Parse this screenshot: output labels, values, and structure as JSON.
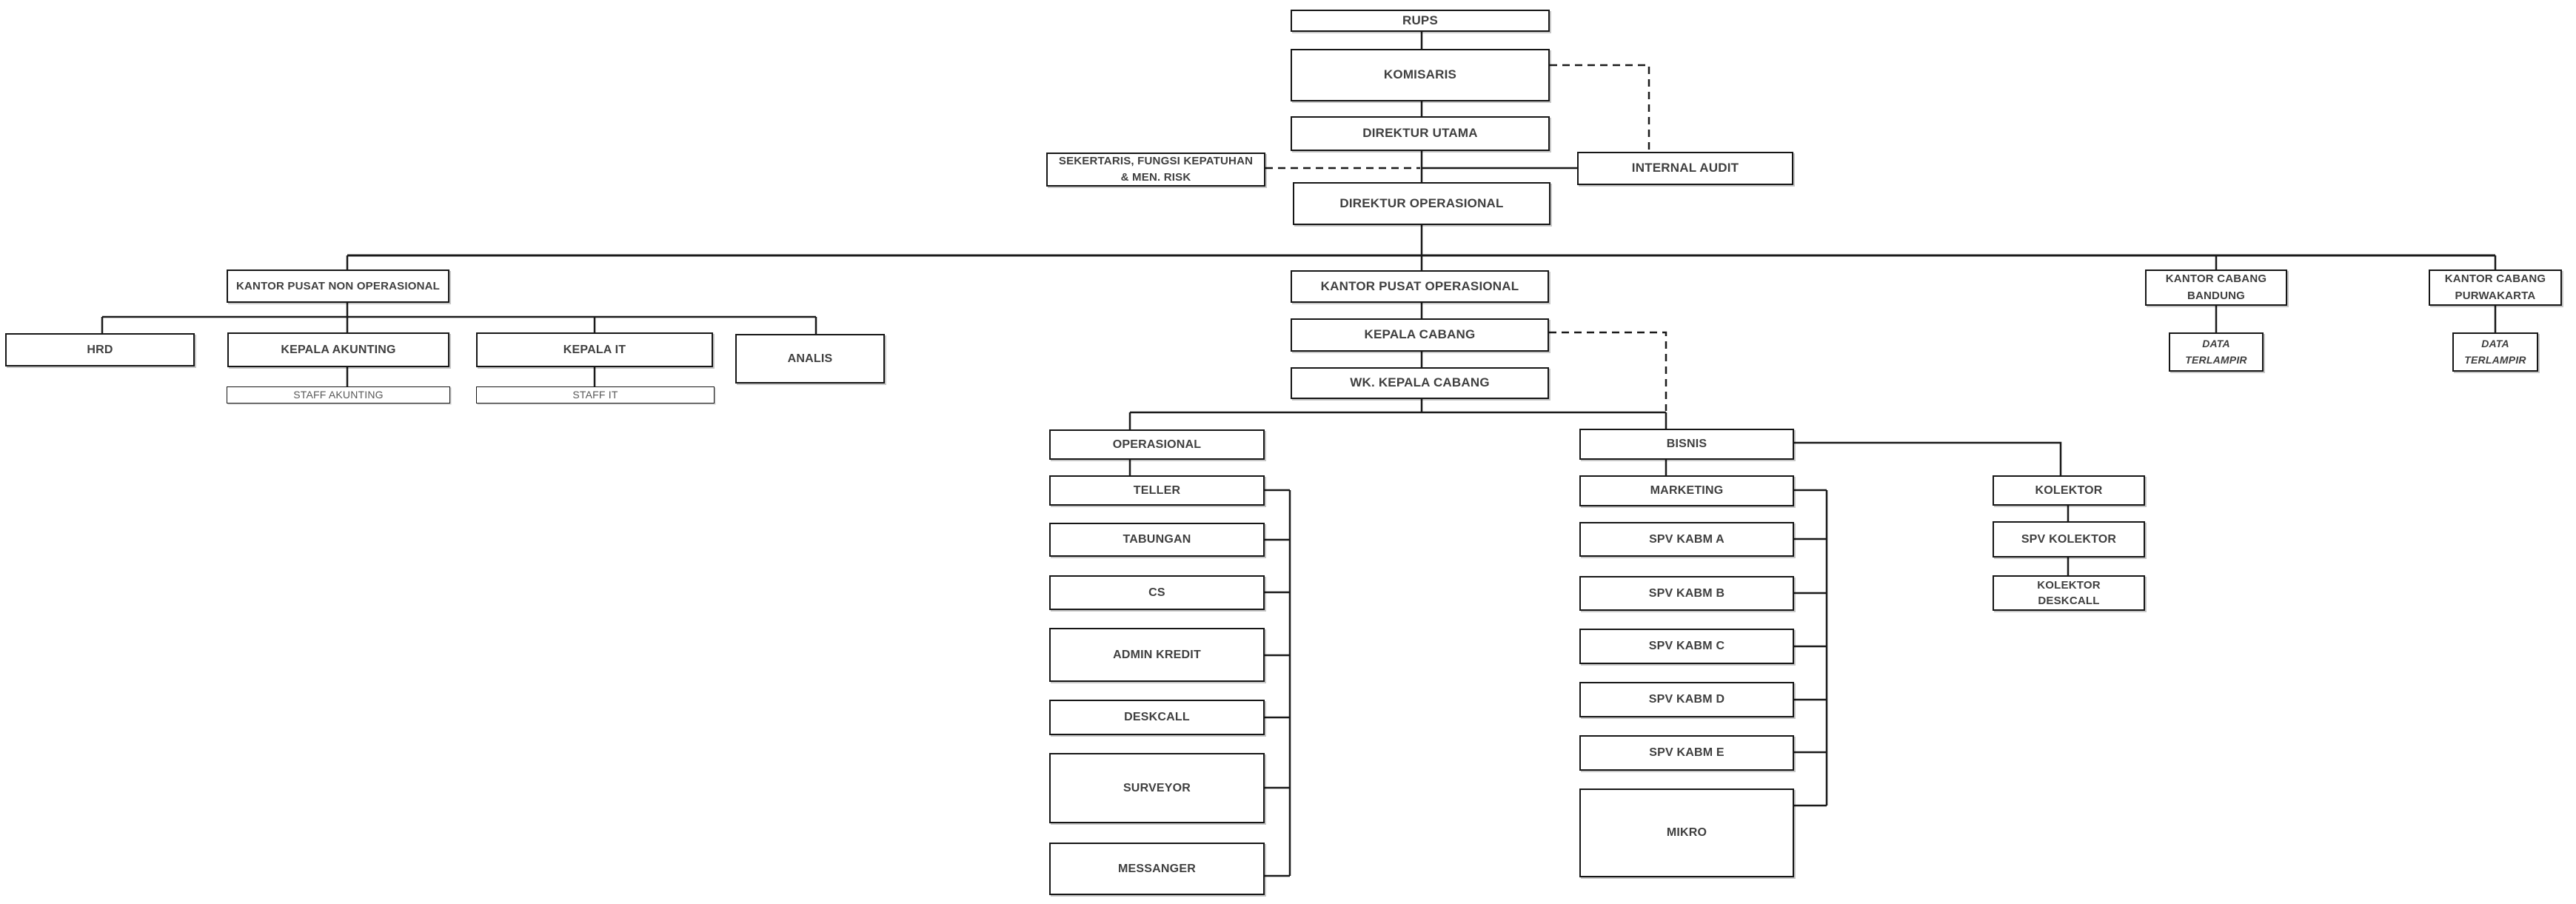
{
  "diagram": {
    "type": "org-chart",
    "background": "#ffffff",
    "line_color": "#1a1a1a",
    "text_color": "#3f3f3f",
    "box_fill": "#ffffff",
    "dashed_links": [
      "KOMISARIS - INTERNAL AUDIT",
      "SEKERTARIS, FUNGSI KEPATUHAN & MEN. RISK - DIREKTUR line",
      "KEPALA CABANG - BISNIS line"
    ]
  },
  "nodes": {
    "rups": {
      "label": "RUPS"
    },
    "komisaris": {
      "label": "KOMISARIS"
    },
    "direktur_utama": {
      "label": "DIREKTUR UTAMA"
    },
    "sekertaris_kepatuhan_risk": {
      "label": "SEKERTARIS, FUNGSI KEPATUHAN\n& MEN. RISK"
    },
    "internal_audit": {
      "label": "INTERNAL AUDIT"
    },
    "direktur_operasional": {
      "label": "DIREKTUR OPERASIONAL"
    },
    "kantor_pusat_non_operasional": {
      "label": "KANTOR PUSAT NON OPERASIONAL"
    },
    "hrd": {
      "label": "HRD"
    },
    "kepala_akunting": {
      "label": "KEPALA AKUNTING"
    },
    "staff_akunting": {
      "label": "STAFF AKUNTING"
    },
    "kepala_it": {
      "label": "KEPALA IT"
    },
    "staff_it": {
      "label": "STAFF IT"
    },
    "analis": {
      "label": "ANALIS"
    },
    "kantor_pusat_operasional": {
      "label": "KANTOR PUSAT OPERASIONAL"
    },
    "kepala_cabang": {
      "label": "KEPALA CABANG"
    },
    "wk_kepala_cabang": {
      "label": "WK. KEPALA CABANG"
    },
    "operasional": {
      "label": "OPERASIONAL"
    },
    "teller": {
      "label": "TELLER"
    },
    "tabungan": {
      "label": "TABUNGAN"
    },
    "cs": {
      "label": "CS"
    },
    "admin_kredit": {
      "label": "ADMIN KREDIT"
    },
    "deskcall": {
      "label": "DESKCALL"
    },
    "surveyor": {
      "label": "SURVEYOR"
    },
    "messanger": {
      "label": "MESSANGER"
    },
    "bisnis": {
      "label": "BISNIS"
    },
    "marketing": {
      "label": "MARKETING"
    },
    "spv_kabm_a": {
      "label": "SPV KABM A"
    },
    "spv_kabm_b": {
      "label": "SPV KABM B"
    },
    "spv_kabm_c": {
      "label": "SPV KABM C"
    },
    "spv_kabm_d": {
      "label": "SPV KABM D"
    },
    "spv_kabm_e": {
      "label": "SPV KABM E"
    },
    "mikro": {
      "label": "MIKRO"
    },
    "kolektor": {
      "label": "KOLEKTOR"
    },
    "spv_kolektor": {
      "label": "SPV KOLEKTOR"
    },
    "kolektor_deskcall": {
      "label": "KOLEKTOR\nDESKCALL"
    },
    "kantor_cabang_bandung": {
      "label": "KANTOR CABANG\nBANDUNG"
    },
    "data_terlampir_bandung": {
      "label": "DATA\nTERLAMPIR"
    },
    "kantor_cabang_purwakarta": {
      "label": "KANTOR CABANG\nPURWAKARTA"
    },
    "data_terlampir_purwakarta": {
      "label": "DATA\nTERLAMPIR"
    }
  }
}
